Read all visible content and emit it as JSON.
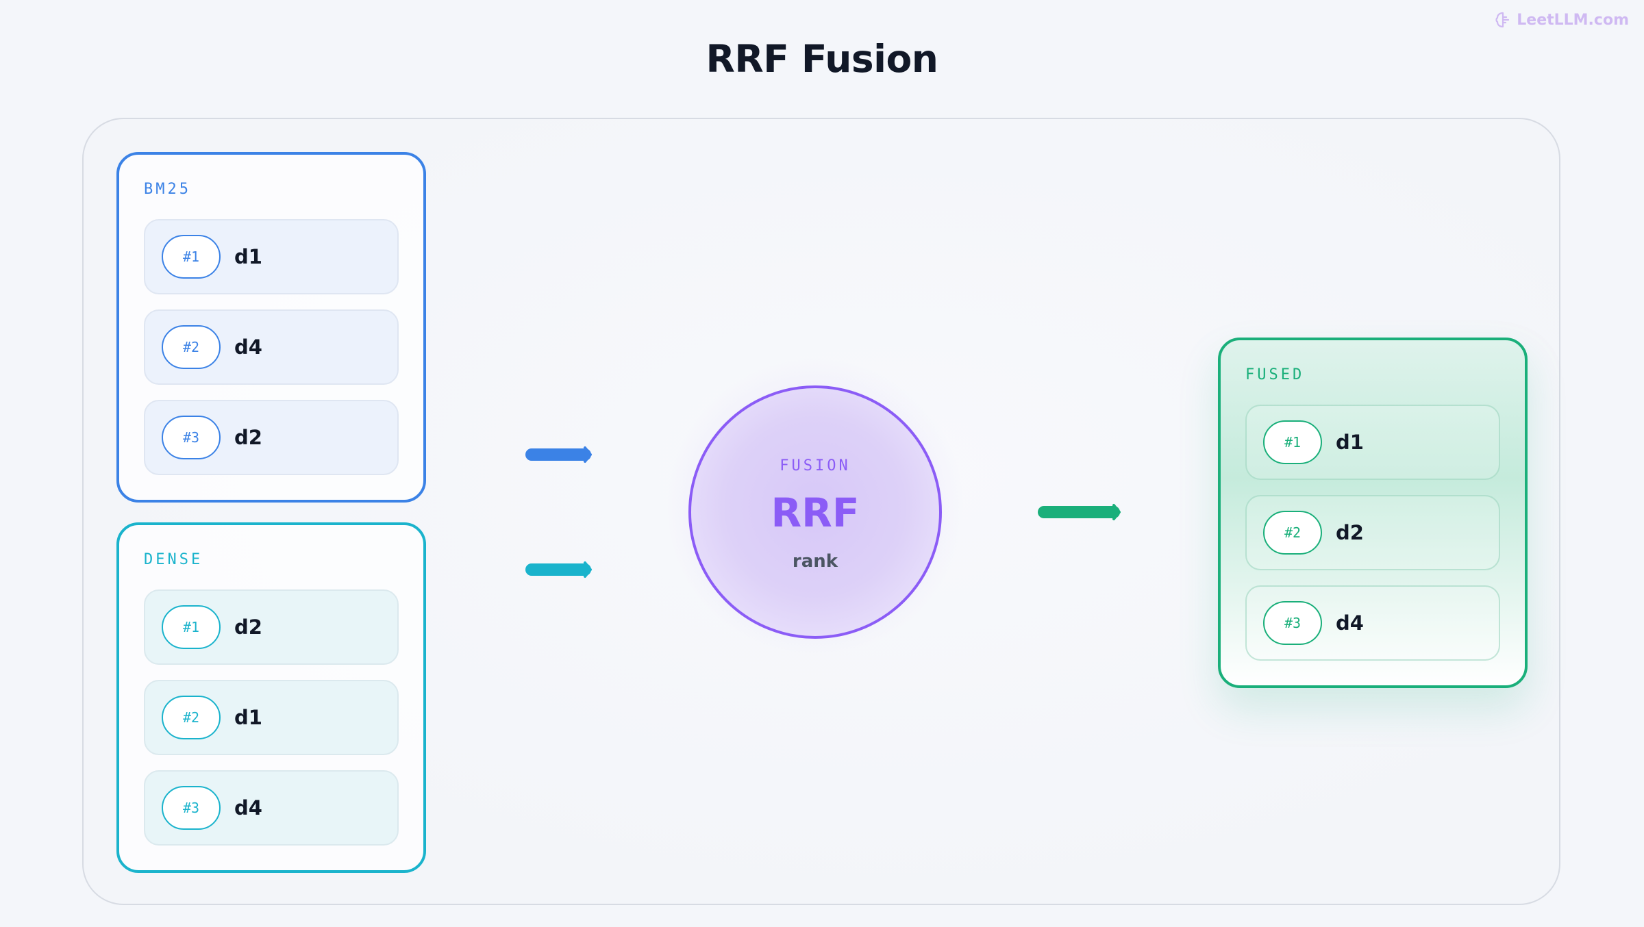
{
  "watermark": {
    "text": "LeetLLM.com",
    "icon": "brain-icon",
    "color": "#cfb9f2"
  },
  "title": "RRF Fusion",
  "panels": {
    "bm25": {
      "label": "BM25",
      "color": "#3b82e6",
      "items": [
        {
          "rank": "#1",
          "doc": "d1"
        },
        {
          "rank": "#2",
          "doc": "d4"
        },
        {
          "rank": "#3",
          "doc": "d2"
        }
      ]
    },
    "dense": {
      "label": "DENSE",
      "color": "#1ab3cc",
      "items": [
        {
          "rank": "#1",
          "doc": "d2"
        },
        {
          "rank": "#2",
          "doc": "d1"
        },
        {
          "rank": "#3",
          "doc": "d4"
        }
      ]
    },
    "fused": {
      "label": "FUSED",
      "color": "#1aaf7a",
      "items": [
        {
          "rank": "#1",
          "doc": "d1"
        },
        {
          "rank": "#2",
          "doc": "d2"
        },
        {
          "rank": "#3",
          "doc": "d4"
        }
      ]
    }
  },
  "fusion": {
    "label": "FUSION",
    "title": "RRF",
    "subtitle": "rank",
    "color": "#8b5cf6"
  },
  "edges": [
    {
      "from": "bm25",
      "to": "fusion",
      "color": "#3b82e6"
    },
    {
      "from": "dense",
      "to": "fusion",
      "color": "#1ab3cc"
    },
    {
      "from": "fusion",
      "to": "fused",
      "color": "#1aaf7a"
    }
  ]
}
